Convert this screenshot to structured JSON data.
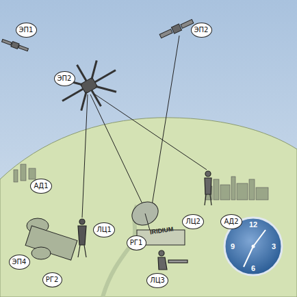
{
  "diagram": {
    "nodes": [
      {
        "text": [
          "ЭП1"
        ]
      },
      {
        "text": [
          "ЭП2"
        ]
      },
      {
        "text": [
          "ЭП2"
        ]
      },
      {
        "text": [
          "АД1"
        ]
      },
      {
        "text": [
          "ЛЦ2"
        ]
      },
      {
        "text": [
          "АД2"
        ]
      },
      {
        "text": [
          "ЛЦ1"
        ]
      },
      {
        "text": [
          "РГ1"
        ]
      },
      {
        "text": [
          "ЭП4"
        ]
      },
      {
        "text": [
          "РГ2"
        ]
      },
      {
        "text": [
          "ЛЦ3"
        ]
      }
    ],
    "labels": [
      "IRIDIUM",
      "12",
      "3",
      "6",
      "9"
    ]
  }
}
